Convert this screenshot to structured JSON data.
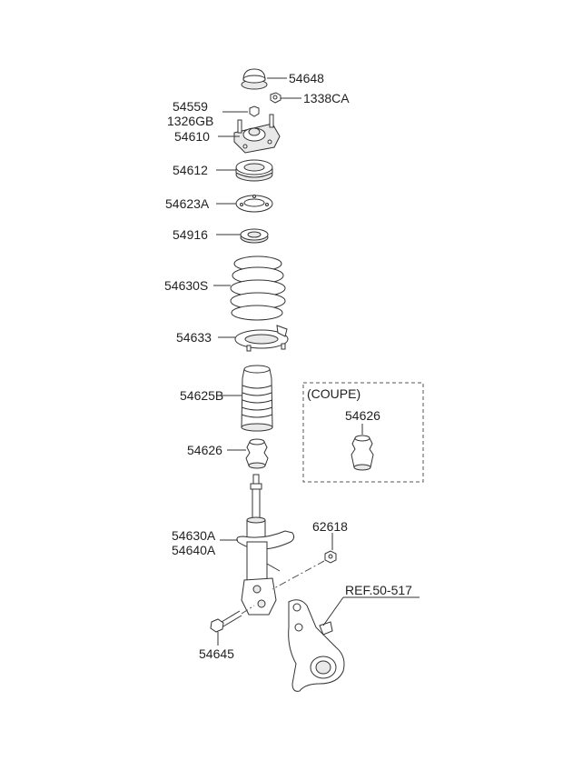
{
  "labels": {
    "p54648": "54648",
    "p1338ca": "1338CA",
    "p54559": "54559",
    "p1326gb": "1326GB",
    "p54610": "54610",
    "p54612": "54612",
    "p54623a": "54623A",
    "p54916": "54916",
    "p54630s": "54630S",
    "p54633": "54633",
    "p54625b": "54625B",
    "p54626": "54626",
    "p54630a": "54630A",
    "p54640a": "54640A",
    "p62618": "62618",
    "p54645": "54645",
    "ref": "REF.50-517"
  },
  "inset": {
    "title": "(COUPE)",
    "part": "54626"
  }
}
